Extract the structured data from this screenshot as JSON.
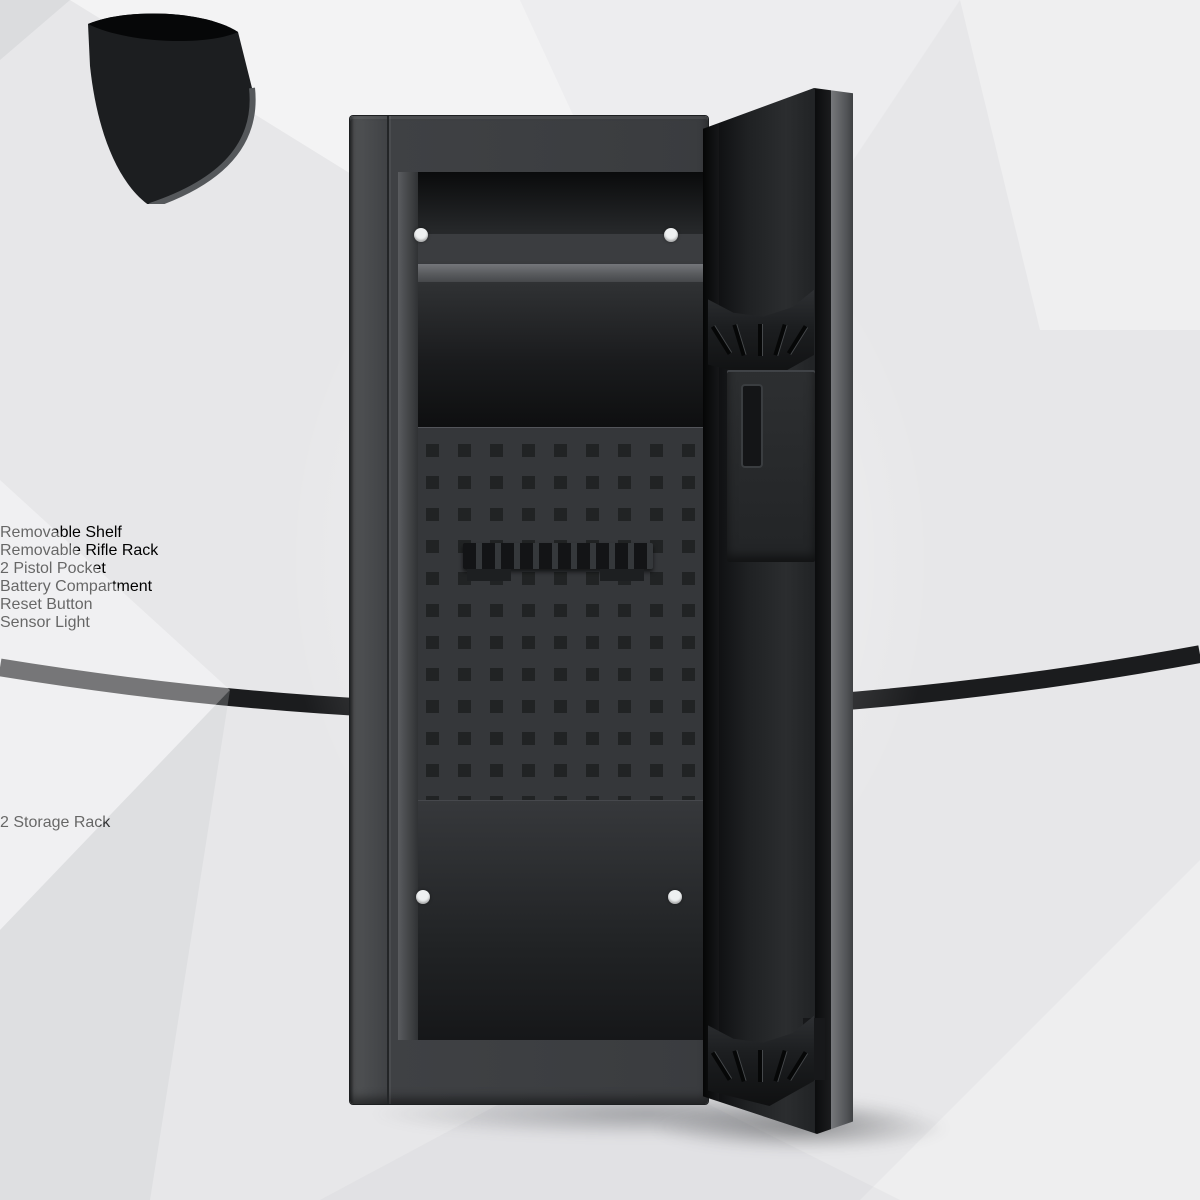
{
  "callouts": {
    "removable_shelf": {
      "label": "Removable Shelf"
    },
    "removable_rifle_rack": {
      "label": "Removable Rifle Rack"
    },
    "pistol_pocket": {
      "label": "2 Pistol Pocket"
    },
    "battery_compartment": {
      "label": "Battery Compartment"
    },
    "reset_button": {
      "label": "Reset Button"
    },
    "sensor_light": {
      "label": "Sensor Light"
    },
    "storage_rack": {
      "label": "2 Storage Rack"
    }
  },
  "icons": {
    "arrow_up": "arrow-up-icon",
    "arrow_down": "arrow-down-icon",
    "dashed_marker": "dashed-square-marker",
    "connector_dot": "orange-dotted-connector"
  },
  "colors": {
    "accent_orange": "#F7941D",
    "banner_red_top": "#E52109",
    "banner_red_bottom": "#FF6A45",
    "callout_border": "#E2F1E9",
    "background": "#E7E7E9",
    "safe_body": "#3A3C3F"
  }
}
